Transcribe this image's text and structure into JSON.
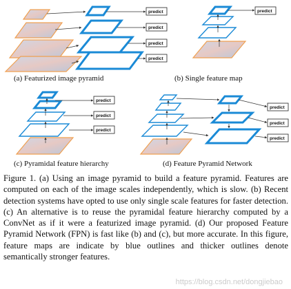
{
  "figure": {
    "panels": [
      {
        "id": "a",
        "caption": "(a) Featurized image pyramid",
        "predict_label": "predict"
      },
      {
        "id": "b",
        "caption": "(b) Single feature map",
        "predict_label": "predict"
      },
      {
        "id": "c",
        "caption": "(c) Pyramidal feature hierarchy",
        "predict_label": "predict"
      },
      {
        "id": "d",
        "caption": "(d) Feature Pyramid Network",
        "predict_label": "predict"
      }
    ],
    "colors": {
      "feature_map_outline": "#1a8ad6",
      "image_layer_outline": "#f0a050",
      "arrow": "#333333"
    }
  },
  "caption": {
    "text": "Figure 1. (a) Using an image pyramid to build a feature pyramid. Features are computed on each of the image scales independently, which is slow. (b) Recent detection systems have opted to use only single scale features for faster detection. (c) An alternative is to reuse the pyramidal feature hierarchy computed by a ConvNet as if it were a featurized image pyramid. (d) Our proposed Feature Pyramid Network (FPN) is fast like (b) and (c), but more accurate. In this figure, feature maps are indicate by blue outlines and thicker outlines denote semantically stronger features."
  },
  "watermark": "https://blog.csdn.net/dongjiebao"
}
